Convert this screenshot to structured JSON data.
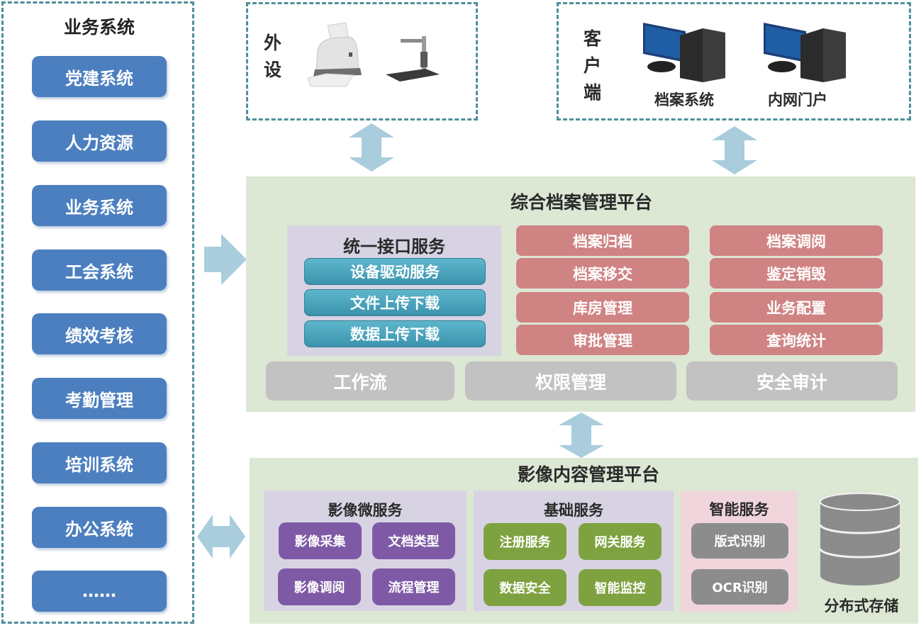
{
  "business_systems": {
    "title": "业务系统",
    "items": [
      "党建系统",
      "人力资源",
      "业务系统",
      "工会系统",
      "绩效考核",
      "考勤管理",
      "培训系统",
      "办公系统",
      "……"
    ]
  },
  "peripherals": {
    "label": "外设",
    "devices": [
      {
        "icon": "scanner-icon"
      },
      {
        "icon": "document-camera-icon"
      }
    ]
  },
  "clients": {
    "label": "客户端",
    "devices": [
      {
        "icon": "desktop-computer-icon",
        "caption": "档案系统"
      },
      {
        "icon": "desktop-computer-icon",
        "caption": "内网门户"
      }
    ]
  },
  "archive_platform": {
    "title": "综合档案管理平台",
    "interface_services": {
      "title": "统一接口服务",
      "items": [
        "设备驱动服务",
        "文件上传下载",
        "数据上传下载"
      ]
    },
    "functions_col1": [
      "档案归档",
      "档案移交",
      "库房管理",
      "审批管理"
    ],
    "functions_col2": [
      "档案调阅",
      "鉴定销毁",
      "业务配置",
      "查询统计"
    ],
    "foundation": [
      "工作流",
      "权限管理",
      "安全审计"
    ]
  },
  "image_platform": {
    "title": "影像内容管理平台",
    "micro_services": {
      "title": "影像微服务",
      "items": [
        "影像采集",
        "文档类型",
        "影像调阅",
        "流程管理"
      ]
    },
    "basic_services": {
      "title": "基础服务",
      "items": [
        "注册服务",
        "网关服务",
        "数据安全",
        "智能监控"
      ]
    },
    "smart_services": {
      "title": "智能服务",
      "items": [
        "版式识别",
        "OCR识别"
      ]
    },
    "storage": {
      "icon": "database-icon",
      "label": "分布式存储"
    }
  },
  "colors": {
    "dashed_border": "#4f8f9a",
    "business_button": "#4c7fbf",
    "platform_bg": "#dce7d4",
    "panel_lavender": "#d8d3e3",
    "panel_pink": "#f0d5dc",
    "interface_button": "#4aa5bf",
    "function_button": "#d08383",
    "foundation_bar": "#c2c2c2",
    "micro_button": "#7e5aa6",
    "basic_button": "#7ea23f",
    "smart_button": "#8c8c8c",
    "arrow": "#a9cddc"
  }
}
